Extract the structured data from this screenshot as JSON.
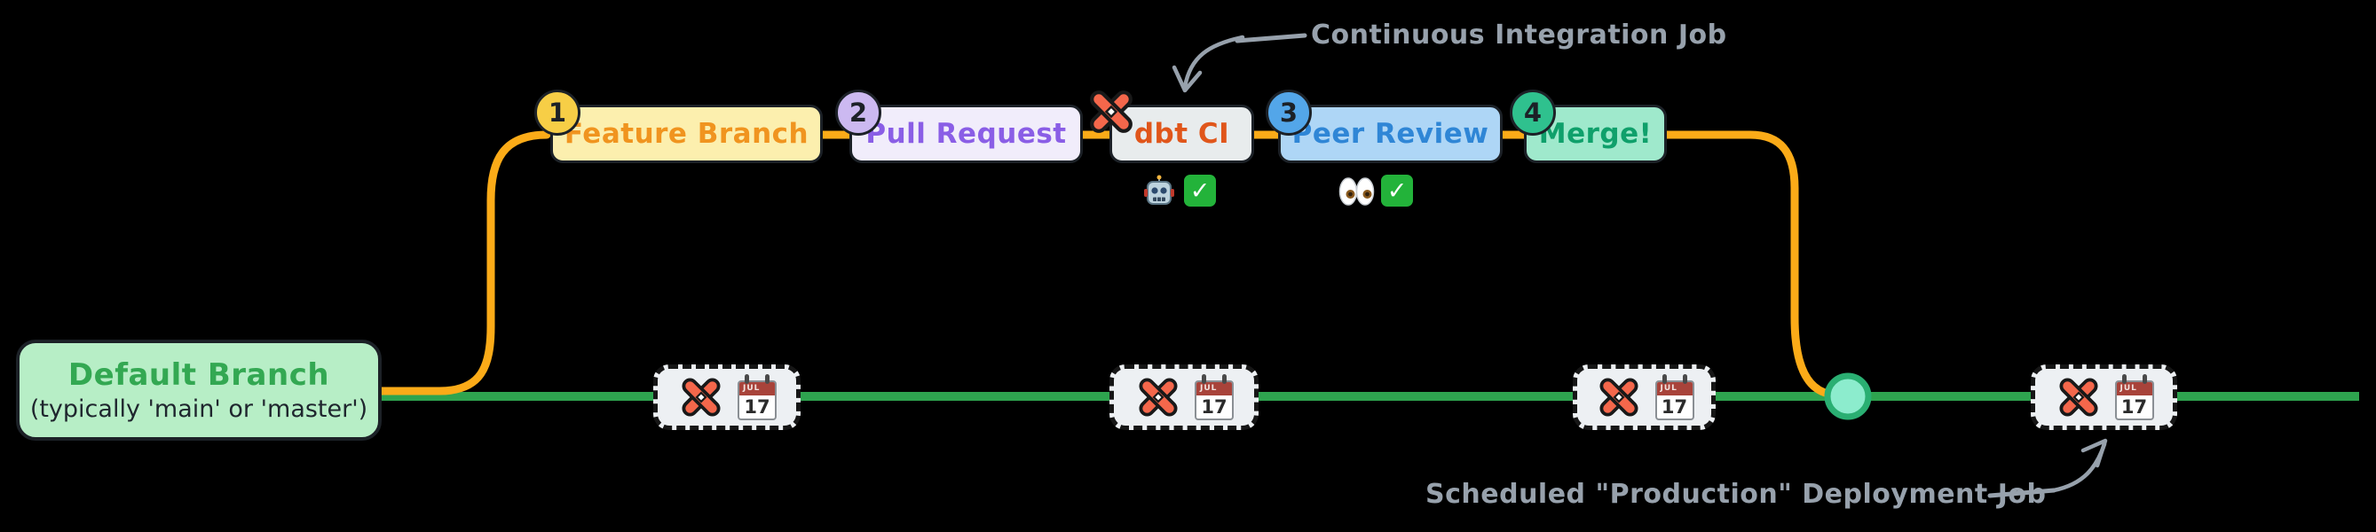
{
  "diagram": {
    "default_branch": {
      "title": "Default Branch",
      "subtitle": "(typically 'main' or 'master')"
    },
    "steps": [
      {
        "num": "1",
        "label": "Feature Branch"
      },
      {
        "num": "2",
        "label": "Pull Request"
      },
      {
        "num": "",
        "label": "dbt CI"
      },
      {
        "num": "3",
        "label": "Peer Review"
      },
      {
        "num": "4",
        "label": "Merge!"
      }
    ],
    "annotations": {
      "ci_job": "Continuous Integration Job",
      "deploy_job": "Scheduled \"Production\" Deployment Job"
    },
    "calendar": {
      "month": "JUL",
      "day": "17"
    },
    "icons": {
      "check_glyph": "✓"
    },
    "colors": {
      "main_branch_green": "#2ea44f",
      "feature_branch_orange": "#fbab18",
      "merge_dot_fill": "#8ceccd",
      "merge_dot_stroke": "#2aaf72",
      "annotation_gray": "#97a1ac",
      "dbt_brand_orange": "#f4674b"
    }
  }
}
